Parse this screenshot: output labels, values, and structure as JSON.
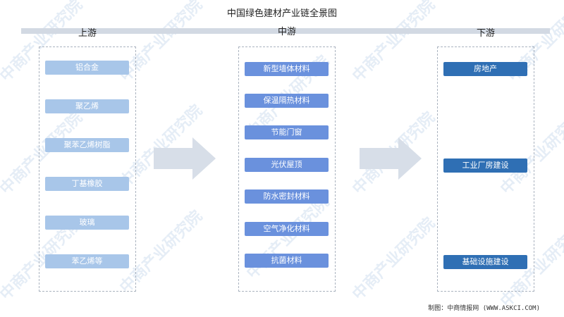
{
  "title": "中国绿色建材产业链全景图",
  "columns": {
    "upstream": {
      "title": "上游",
      "items": [
        "铝合金",
        "聚乙烯",
        "聚苯乙烯树脂",
        "丁基橡胶",
        "玻璃",
        "苯乙烯等"
      ]
    },
    "midstream": {
      "title": "中游",
      "items": [
        "新型墙体材料",
        "保温隔热材料",
        "节能门窗",
        "光伏屋顶",
        "防水密封材料",
        "空气净化材料",
        "抗菌材料"
      ]
    },
    "downstream": {
      "title": "下游",
      "items": [
        "房地产",
        "工业厂房建设",
        "基础设施建设"
      ]
    }
  },
  "watermark": "中商产业研究院",
  "footer": "制图：中商情报网 (WWW.ASKCI.COM)",
  "colors": {
    "upstream_node": "#a8c6e9",
    "midstream_node": "#6a91dd",
    "downstream_node": "#2f6fb4",
    "arrow": "#d7dee8",
    "bar": "#d2d9e3"
  }
}
